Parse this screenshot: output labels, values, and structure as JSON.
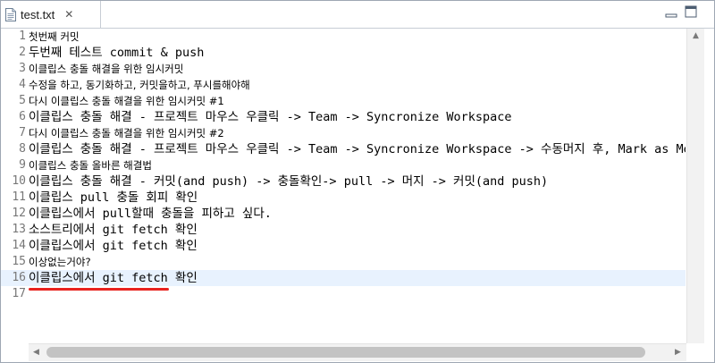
{
  "tab": {
    "title": "test.txt",
    "close_glyph": "✕",
    "icon": "text-file-icon"
  },
  "window_controls": {
    "minimize_icon": "minimize-icon",
    "maximize_icon": "maximize-icon"
  },
  "scrollbars": {
    "up_glyph": "▲",
    "left_glyph": "◀",
    "right_glyph": "▶"
  },
  "editor": {
    "current_line": 16,
    "lines": [
      {
        "n": "1",
        "text": "첫번째 커밋"
      },
      {
        "n": "2",
        "text": "두번째 테스트 commit & push"
      },
      {
        "n": "3",
        "text": "이클립스 충돌 해결을 위한 임시커밋"
      },
      {
        "n": "4",
        "text": "수정을 하고, 동기화하고, 커밋을하고, 푸시를해야해"
      },
      {
        "n": "5",
        "text": "다시 이클립스 충돌 해결을 위한 임시커밋 #1"
      },
      {
        "n": "6",
        "text": "이클립스 충돌 해결 - 프로젝트 마우스 우클릭 -> Team -> Syncronize Workspace"
      },
      {
        "n": "7",
        "text": "다시 이클립스 충돌 해결을 위한 임시커밋 #2"
      },
      {
        "n": "8",
        "text": "이클립스 충돌 해결 - 프로젝트 마우스 우클릭 -> Team -> Syncronize Workspace -> 수동머지 후, Mark as Me"
      },
      {
        "n": "9",
        "text": "이클립스 충돌 올바른 해결법"
      },
      {
        "n": "10",
        "text": "이클립스 충돌 해결 - 커밋(and push) -> 충돌확인-> pull -> 머지 -> 커밋(and push)"
      },
      {
        "n": "11",
        "text": "이클립스 pull 충돌 회피 확인"
      },
      {
        "n": "12",
        "text": "이클립스에서 pull할때 충돌을 피하고 싶다."
      },
      {
        "n": "13",
        "text": "소스트리에서 git fetch 확인"
      },
      {
        "n": "14",
        "text": "이클립스에서 git fetch 확인"
      },
      {
        "n": "15",
        "text": "이상없는거야?"
      },
      {
        "n": "16",
        "text": "이클립스에서 git fetch 확인"
      },
      {
        "n": "17",
        "text": ""
      }
    ]
  },
  "colors": {
    "current_line_bg": "#e8f2fe",
    "line_number": "#787878",
    "annotation_underline": "#e8231f"
  }
}
